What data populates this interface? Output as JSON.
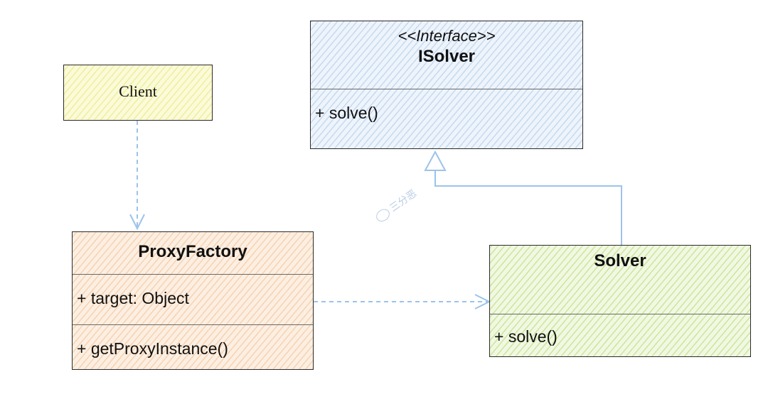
{
  "client": {
    "label": "Client"
  },
  "isolver": {
    "stereotype": "<<Interface>>",
    "name": "ISolver",
    "methods": [
      "+ solve()"
    ]
  },
  "proxy_factory": {
    "name": "ProxyFactory",
    "attributes": [
      "+ target: Object"
    ],
    "methods": [
      "+ getProxyInstance()"
    ]
  },
  "solver": {
    "name": "Solver",
    "methods": [
      "+ solve()"
    ]
  },
  "watermark": {
    "text": "三分恶"
  },
  "colors": {
    "connector": "#9cc3ea",
    "client_fill": "#fbfbd9",
    "interface_fill": "#eef4fb",
    "proxy_fill": "#fcefe2",
    "solver_fill": "#f1f8e2",
    "border": "#2b2b2b"
  },
  "relations": [
    {
      "from": "Client",
      "to": "ProxyFactory",
      "kind": "dependency"
    },
    {
      "from": "ProxyFactory",
      "to": "Solver",
      "kind": "dependency"
    },
    {
      "from": "Solver",
      "to": "ISolver",
      "kind": "realization"
    }
  ]
}
